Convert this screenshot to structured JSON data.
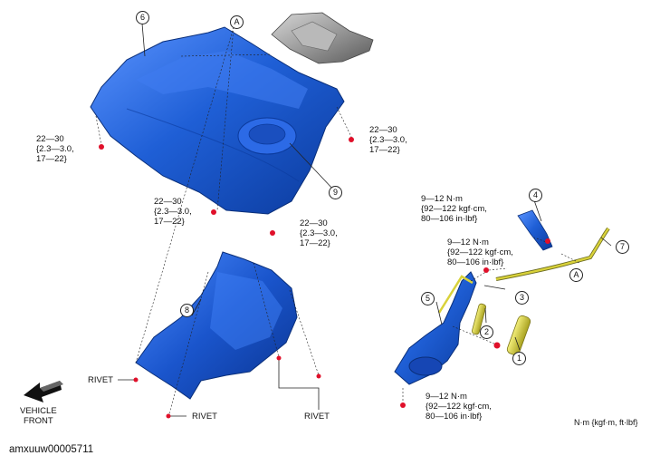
{
  "doc_id": "amxuuw00005711",
  "unit_note": "N·m {kgf·m, ft·lbf}",
  "vehicle_front": "VEHICLE\nFRONT",
  "rivet_label": "RIVET",
  "callouts": {
    "c1": "1",
    "c2": "2",
    "c3": "3",
    "c4": "4",
    "c5": "5",
    "c6": "6",
    "c7": "7",
    "c8": "8",
    "c9": "9",
    "a_top": "A",
    "a_pipe": "A"
  },
  "torque": {
    "tank_left": "22—30\n{2.3—3.0,\n17—22}",
    "tank_right": "22—30\n{2.3—3.0,\n17—22}",
    "tank_mid": "22—30\n{2.3—3.0,\n17—22}",
    "tank_bottom": "22—30\n{2.3—3.0,\n17—22}",
    "filler_top": "9—12 N·m\n{92—122 kgf·cm,\n80—106 in·lbf}",
    "filler_mid": "9—12 N·m\n{92—122 kgf·cm,\n80—106 in·lbf}",
    "filler_bottom": "9—12 N·m\n{92—122 kgf·cm,\n80—106 in·lbf}"
  },
  "colors": {
    "part_blue": "#1f5fd6",
    "part_dark": "#0b3a9c",
    "fastener_red": "#e0102a",
    "pipe_yellow": "#d9d23a"
  }
}
